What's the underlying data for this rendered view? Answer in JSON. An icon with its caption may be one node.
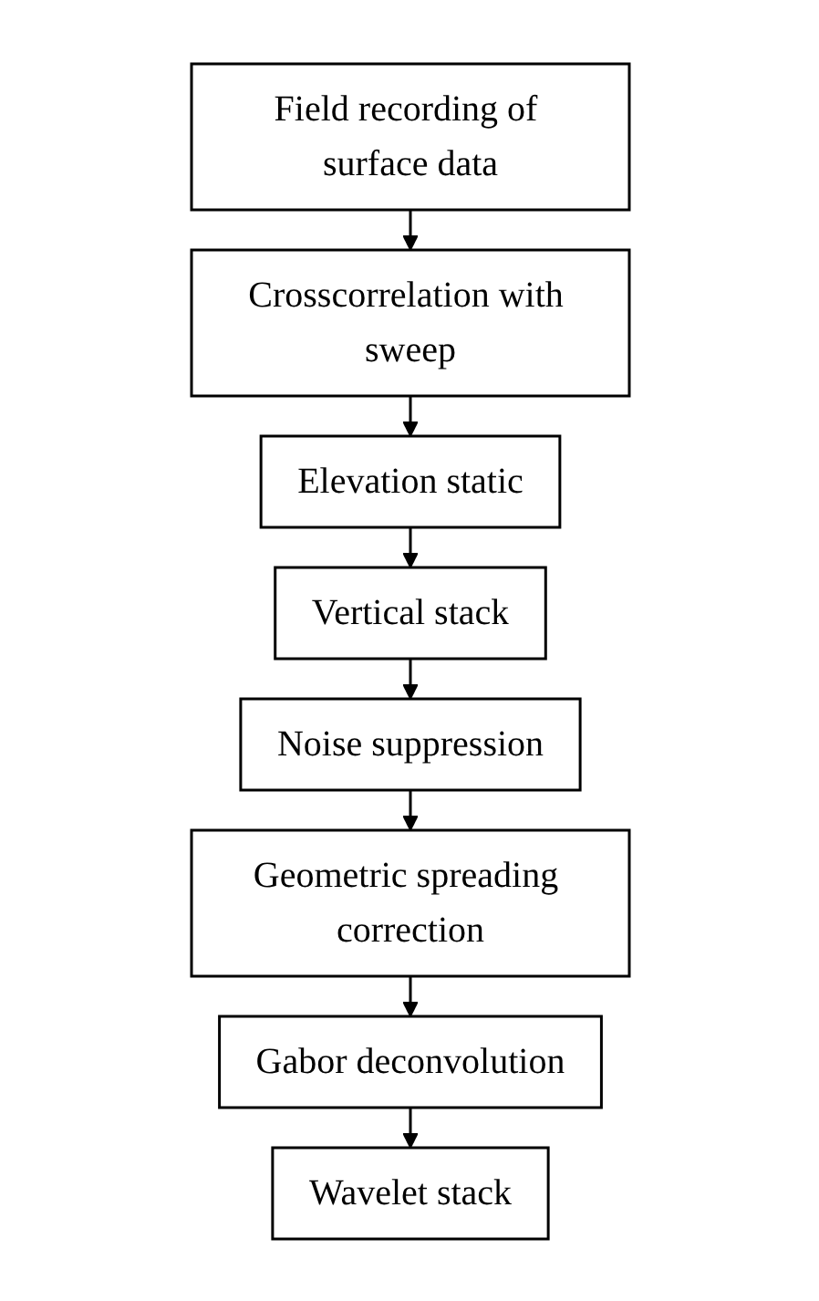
{
  "diagram": {
    "nodes": [
      {
        "text": [
          "Field recording of surface data"
        ]
      },
      {
        "text": [
          "Crosscorrelation with sweep"
        ]
      },
      {
        "text": [
          "Elevation static"
        ]
      },
      {
        "text": [
          "Vertical stack"
        ]
      },
      {
        "text": [
          "Noise suppression"
        ]
      },
      {
        "text": [
          "Geometric spreading correction"
        ]
      },
      {
        "text": [
          "Gabor deconvolution"
        ]
      },
      {
        "text": [
          "Wavelet stack"
        ]
      }
    ],
    "edges": [
      {
        "from": 0,
        "to": 1,
        "arrow": "to"
      },
      {
        "from": 1,
        "to": 2,
        "arrow": "to"
      },
      {
        "from": 2,
        "to": 3,
        "arrow": "to"
      },
      {
        "from": 3,
        "to": 4,
        "arrow": "to"
      },
      {
        "from": 4,
        "to": 5,
        "arrow": "to"
      },
      {
        "from": 5,
        "to": 6,
        "arrow": "to"
      },
      {
        "from": 6,
        "to": 7,
        "arrow": "to"
      }
    ]
  }
}
